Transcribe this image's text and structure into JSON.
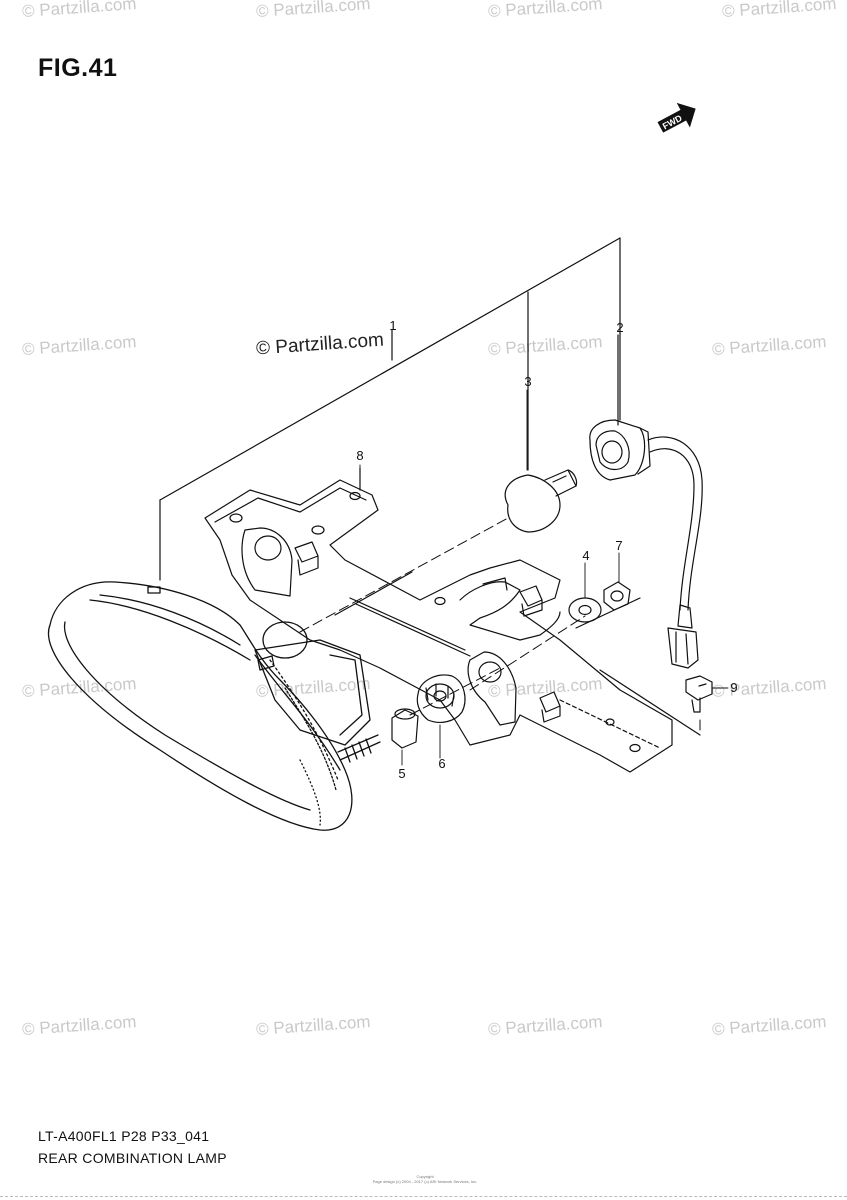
{
  "figure": {
    "title": "FIG.41",
    "model_code": "LT-A400FL1 P28 P33_041",
    "part_name": "REAR COMBINATION LAMP",
    "fine_print_line1": "Copyright",
    "fine_print_line2": "Page design (c) 2004 - 2017 (c) ARI Network Services, Inc."
  },
  "watermark": {
    "text": "© Partzilla.com",
    "primary_text": "© Partzilla.com"
  },
  "callouts": [
    {
      "number": "1"
    },
    {
      "number": "2"
    },
    {
      "number": "3"
    },
    {
      "number": "4"
    },
    {
      "number": "5"
    },
    {
      "number": "6"
    },
    {
      "number": "7"
    },
    {
      "number": "8"
    },
    {
      "number": "9"
    }
  ],
  "icons": {
    "forward_arrow": "fwd-arrow-icon",
    "forward_label": "FWD"
  },
  "colors": {
    "line": "#111111",
    "watermark": "#c9c9c9",
    "background": "#ffffff"
  }
}
